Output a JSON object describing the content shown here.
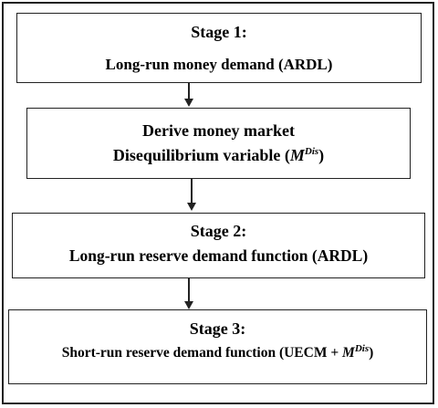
{
  "stage1": {
    "title": "Stage 1:",
    "text": "Long-run money demand (ARDL)"
  },
  "derive": {
    "line1": "Derive money market",
    "line2_prefix": "Disequilibrium variable (",
    "symbol": "M",
    "superscript": "Dis",
    "line2_suffix": ")"
  },
  "stage2": {
    "title": "Stage 2:",
    "text": "Long-run reserve demand function (ARDL)"
  },
  "stage3": {
    "title": "Stage 3:",
    "text_prefix": "Short-run reserve demand function (UECM + ",
    "symbol": "M",
    "superscript": "Dis",
    "text_suffix": ")"
  }
}
